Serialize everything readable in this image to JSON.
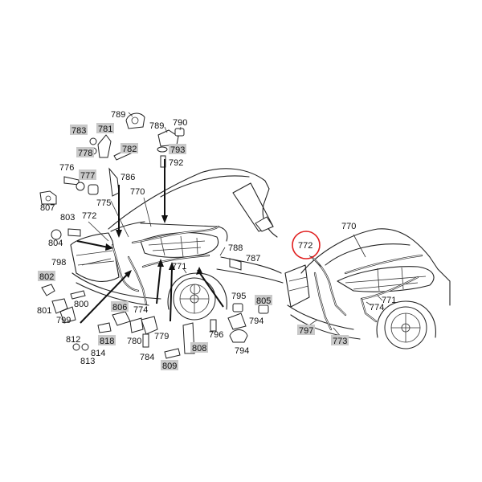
{
  "labels": {
    "l789a": "789",
    "l789b": "789",
    "l790": "790",
    "l783": "783",
    "l781": "781",
    "l778": "778",
    "l782": "782",
    "l793": "793",
    "l792": "792",
    "l776": "776",
    "l777": "777",
    "l786": "786",
    "l807": "807",
    "l775": "775",
    "l770a": "770",
    "l803": "803",
    "l772a": "772",
    "l804": "804",
    "l798": "798",
    "l788": "788",
    "l787": "787",
    "l802": "802",
    "l771a": "771",
    "l801": "801",
    "l800": "800",
    "l806": "806",
    "l774a": "774",
    "l795": "795",
    "l805": "805",
    "l799": "799",
    "l779": "779",
    "l794a": "794",
    "l812": "812",
    "l818": "818",
    "l780": "780",
    "l796": "796",
    "l814": "814",
    "l808": "808",
    "l813": "813",
    "l784": "784",
    "l794b": "794",
    "l809": "809",
    "l770b": "770",
    "l772b": "772",
    "l771b": "771",
    "l774b": "774",
    "l797": "797",
    "l773": "773"
  },
  "colors": {
    "highlight": "#c9c9c9",
    "callout_ring": "#e02020",
    "ink": "#222222"
  }
}
